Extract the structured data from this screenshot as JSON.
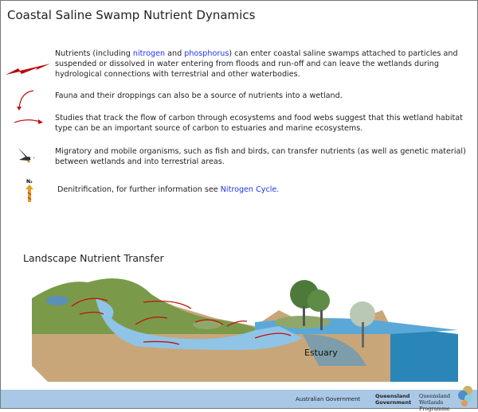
{
  "title": "Coastal Saline Swamp Nutrient Dynamics",
  "legend": [
    {
      "icon": "red-double-arrow-icon",
      "parts": [
        "Nutrients (including ",
        "nitrogen",
        " and ",
        "phosphorus",
        ") can enter coastal saline swamps attached to particles and suspended or dissolved in water entering from floods and run-off and can leave the wetlands during hydrological connections with terrestrial and other waterbodies."
      ]
    },
    {
      "icon": "curved-down-arrow-icon",
      "text": "Fauna and their droppings can also be a source of nutrients into a wetland."
    },
    {
      "icon": "curved-right-arrow-icon",
      "text": "Studies that track the flow of carbon through ecosystems and food webs suggest that this wetland habitat type can be an important source of carbon to estuaries and marine ecosystems."
    },
    {
      "icon": "bird-icon",
      "text": "Migratory and mobile organisms, such as fish and birds, can transfer nutrients (as well as genetic material) between wetlands and into terrestrial areas."
    },
    {
      "icon": "n2-arrow-icon",
      "icon_label": "N₂",
      "parts": [
        "Denitrification, for further information see ",
        "Nitrogen Cycle."
      ]
    }
  ],
  "diagram": {
    "title": "Landscape Nutrient Transfer",
    "label": "Estuary"
  },
  "footer": {
    "logos": [
      "Australian Government",
      "Queensland Government",
      "Queensland Wetlands Programme"
    ]
  },
  "colors": {
    "link": "#2233ee",
    "arrow": "#c01010",
    "footer": "#a9c8e6",
    "water": "#5aa8d8"
  }
}
